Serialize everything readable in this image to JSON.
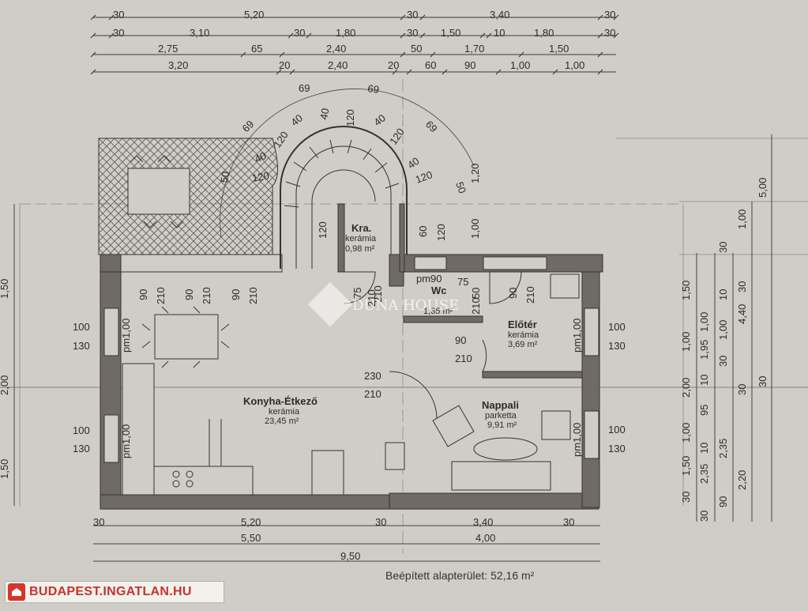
{
  "dims_top": {
    "row1": [
      "30",
      "5,20",
      "30",
      "3,40",
      "30"
    ],
    "row2": [
      "30",
      "3,10",
      "30",
      "1,80",
      "30",
      "1,50",
      "10",
      "1,80",
      "30"
    ],
    "row3": [
      "2,75",
      "65",
      "2,40",
      "50",
      "1,70",
      "1,50"
    ],
    "row4": [
      "3,20",
      "20",
      "2,40",
      "20",
      "60",
      "90",
      "1,00",
      "1,00"
    ]
  },
  "dims_bottom": {
    "row1": [
      "30",
      "5,20",
      "30",
      "3,40",
      "30"
    ],
    "row2": [
      "5,50",
      "4,00"
    ],
    "row3": [
      "9,50"
    ]
  },
  "dims_right": [
    "1,50",
    "1,00",
    "2,00",
    "1,00",
    "1,50",
    "30",
    "30",
    "1,00",
    "1,95",
    "10",
    "95",
    "10",
    "2,35",
    "10",
    "1,00",
    "30",
    "2,35",
    "90",
    "30",
    "4,40",
    "30",
    "1,00",
    "2,20",
    "5,00",
    "30",
    "30"
  ],
  "dims_left": [
    "1,50",
    "2,00",
    "1,50"
  ],
  "stair_numbers": [
    "69",
    "69",
    "69",
    "69",
    "40",
    "40",
    "40",
    "40",
    "120",
    "120",
    "120",
    "120",
    "40",
    "50",
    "50",
    "120",
    "1,20"
  ],
  "openings": [
    "90",
    "210",
    "90",
    "210",
    "90",
    "210",
    "75",
    "210",
    "100",
    "130",
    "100",
    "130",
    "pm1,00",
    "pm1,00",
    "230",
    "210",
    "90",
    "210",
    "100",
    "130",
    "100",
    "130",
    "pm1,00",
    "pm1,00",
    "pm90",
    "75",
    "50",
    "210",
    "60",
    "120",
    "1,00",
    "90",
    "210",
    "120",
    "210"
  ],
  "rooms": {
    "kamra": {
      "name": "Kra.",
      "floor": "kerámia",
      "area": "0,98 m²"
    },
    "wc": {
      "name": "Wc",
      "area": "1,35 m²"
    },
    "eloter": {
      "name": "Előtér",
      "floor": "kerámia",
      "area": "3,69 m²"
    },
    "konyha": {
      "name": "Konyha-Étkező",
      "floor": "kerámia",
      "area": "23,45 m²"
    },
    "nappali": {
      "name": "Nappali",
      "floor": "parketta",
      "area": "9,91 m²"
    }
  },
  "footer": {
    "built_area": "Beépített alapterület:  52,16 m²"
  },
  "watermark": {
    "brand": "DUNA HOUSE"
  },
  "site_logo": {
    "text": "BUDAPEST.INGATLAN.HU"
  },
  "colors": {
    "paper": "#cfcdc6",
    "wall": "#6f6a66",
    "ink": "#2b2b2b",
    "logo_red": "#c8322a"
  }
}
